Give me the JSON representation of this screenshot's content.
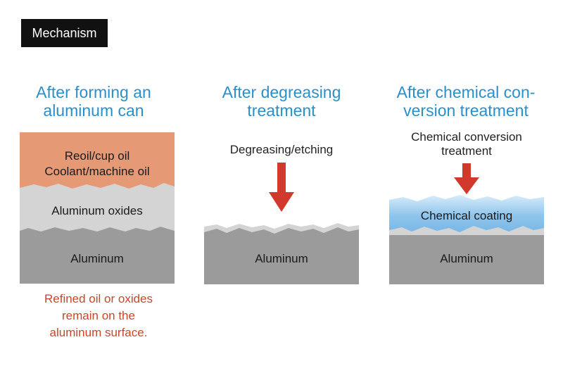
{
  "tag": "Mechanism",
  "columns": [
    {
      "title": [
        "After forming an",
        "aluminum can"
      ],
      "layers": {
        "oil": [
          "Reoil/cup oil",
          "Coolant/machine oil"
        ],
        "oxides": "Aluminum oxides",
        "base": "Aluminum"
      },
      "note": [
        "Refined oil or oxides",
        "remain on the",
        "aluminum surface."
      ]
    },
    {
      "title": [
        "After degreasing",
        "treatment"
      ],
      "process": [
        "Degreasing/etching"
      ],
      "layers": {
        "base": "Aluminum"
      }
    },
    {
      "title": [
        "After chemical con-",
        "version treatment"
      ],
      "process": [
        "Chemical conversion",
        "treatment"
      ],
      "layers": {
        "coating": "Chemical coating",
        "base": "Aluminum"
      }
    }
  ],
  "colors": {
    "title": "#2b8fc9",
    "oil": "#e59a75",
    "oxide": "#d4d4d4",
    "aluminum": "#9b9b9b",
    "coating": "#8fc5ec",
    "arrow": "#d0392b",
    "note": "#c8462a"
  }
}
